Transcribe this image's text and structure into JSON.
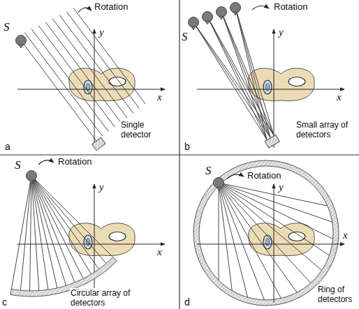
{
  "diagram": {
    "labels": [
      "S",
      "Rotation",
      "y",
      "x",
      "Single detector",
      "a",
      "S",
      "Rotation",
      "y",
      "x",
      "Small array of detectors",
      "b",
      "S",
      "Rotation",
      "y",
      "x",
      "Circular array of detectors",
      "c",
      "S",
      "Rotation",
      "y",
      "x",
      "Ring of detectors",
      "d"
    ]
  }
}
